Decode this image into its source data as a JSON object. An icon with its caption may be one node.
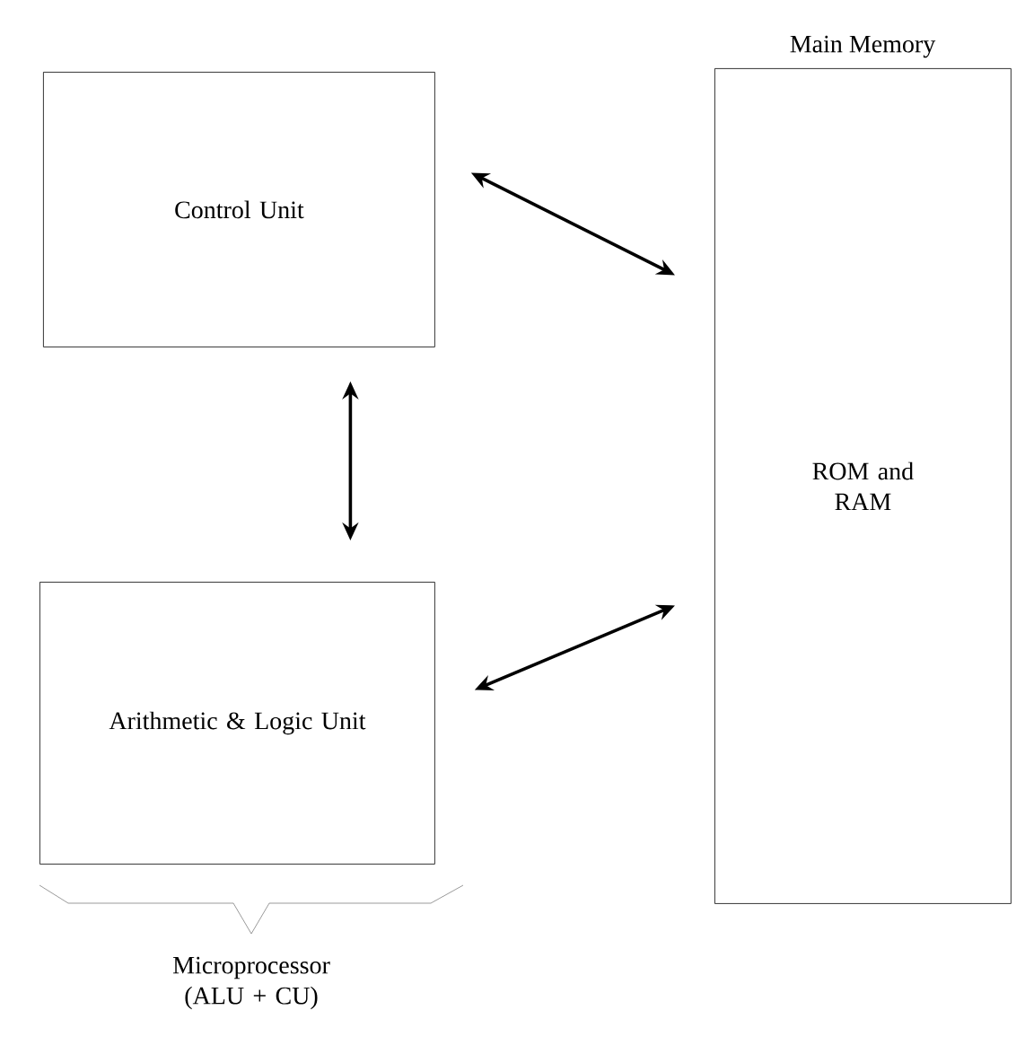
{
  "diagram": {
    "nodes": [
      {
        "text": [
          "Control Unit"
        ]
      },
      {
        "text": [
          "Arithmetic & Logic Unit"
        ]
      },
      {
        "text": [
          "Main Memory",
          "ROM and RAM"
        ]
      }
    ],
    "edges": [
      {
        "from": 0,
        "to": 2,
        "arrow": "both"
      },
      {
        "from": 0,
        "to": 1,
        "arrow": "both"
      },
      {
        "from": 1,
        "to": 2,
        "arrow": "both"
      }
    ],
    "labels": [
      "Microprocessor (ALU + CU)"
    ]
  }
}
